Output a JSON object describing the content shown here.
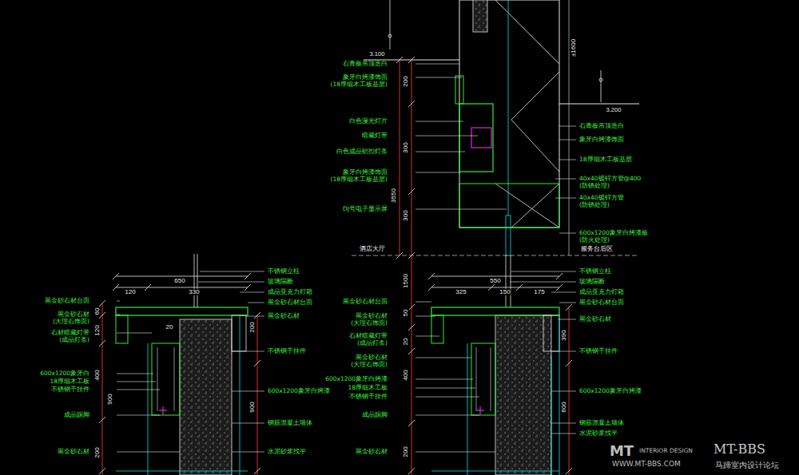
{
  "diagram": {
    "labels": [
      "石膏板吊顶造白",
      "象牙白烤漆饰面",
      "(18厚细木工板基层)",
      "白色漫光灯片",
      "暗藏灯带",
      "白色成品铝扣灯条",
      "象牙白烤漆饰面",
      "(18厚细木工板基层)",
      "DJ号电子显示屏",
      "酒店大厅",
      "服务台后区",
      "石膏板吊顶造白",
      "象牙白烤漆饰面",
      "18厚细木工板基层",
      "40x40镀锌方管@400",
      "(防锈处理)",
      "40x40镀锌方管",
      "(防锈处理)",
      "600x1200象牙白烤漆板",
      "(防火处理)",
      "不锈钢立柱",
      "玻璃隔断",
      "成品亚克力灯箱",
      "黑金砂石材台面",
      "黑金砂石材",
      "不锈钢干挂件",
      "600x1200象牙白烤漆",
      "钢筋混凝土墙体",
      "水泥砂浆找平",
      "黑金砂石材台面",
      "黑金砂石材",
      "(大理石饰面)",
      "石材暗藏灯带",
      "(成品灯条)",
      "黑金砂石材",
      "(大理石饰面)",
      "600x1200象牙白烤漆",
      "18厚细木工板",
      "不锈钢干挂件",
      "成品踢脚",
      "黑金砂石材",
      "黑金砂石材台面",
      "黑金砂石材",
      "(大理石饰面)",
      "石材暗藏灯带",
      "(成品灯条)",
      "600x1200象牙白",
      "18厚细木工板",
      "不锈钢干挂件",
      "成品踢脚",
      "黑金砂石材",
      "不锈钢立柱",
      "玻璃隔断",
      "成品亚克力灯箱",
      "黑金砂石材台面",
      "黑金砂石材",
      "不锈钢干挂件",
      "600x1200象牙白烤漆",
      "钢筋混凝土墙体",
      "水泥砂浆找平",
      "±1600",
      "3.100",
      "3.200",
      "200",
      "300",
      "300",
      "1500",
      "50",
      "20",
      "400",
      "200",
      "3550",
      "325",
      "150",
      "175",
      "550",
      "390",
      "600",
      "120",
      "330",
      "650",
      "60",
      "120",
      "400",
      "200",
      "900",
      "20",
      "200",
      "900",
      "MT",
      "INTERIOR DESIGN",
      "WWW.MT-BBS.COM",
      "MT-BBS",
      "马蹄室内设计论坛"
    ]
  }
}
